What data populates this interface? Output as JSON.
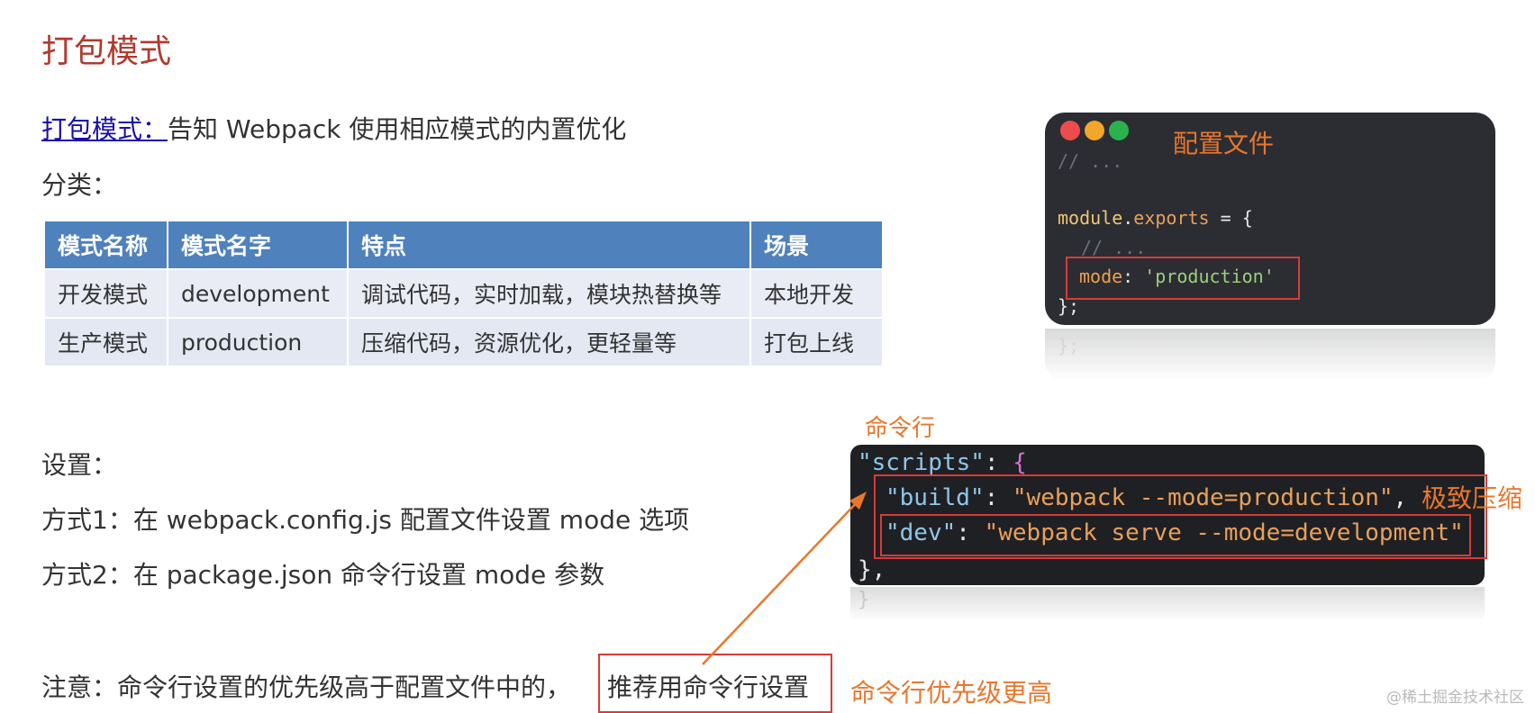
{
  "title": "打包模式",
  "intro": {
    "link_text": "打包模式：",
    "text": "告知 Webpack 使用相应模式的内置优化"
  },
  "classification_label": "分类：",
  "table": {
    "headers": [
      "模式名称",
      "模式名字",
      "特点",
      "场景"
    ],
    "rows": [
      [
        "开发模式",
        "development",
        "调试代码，实时加载，模块热替换等",
        "本地开发"
      ],
      [
        "生产模式",
        "production",
        "压缩代码，资源优化，更轻量等",
        "打包上线"
      ]
    ]
  },
  "settings": {
    "label": "设置：",
    "method1": "方式1：在 webpack.config.js 配置文件设置 mode 选项",
    "method2": "方式2：在 package.json 命令行设置 mode 参数"
  },
  "note": {
    "text": "注意：命令行设置的优先级高于配置文件中的，",
    "highlight": "推荐用命令行设置"
  },
  "config_panel": {
    "label": "配置文件",
    "window_dots": [
      "#ee4c4c",
      "#f2a62a",
      "#2bb24c"
    ],
    "line1": "// ...",
    "line2_obj": "module",
    "line2_dot": ".",
    "line2_prop": "exports",
    "line2_rest": " = {",
    "line3": "// ...",
    "mode_key": "mode",
    "mode_sep": ": ",
    "mode_value": "'production'",
    "line5": "};",
    "reflection": "};"
  },
  "cli_panel": {
    "label": "命令行",
    "line1_key": "\"scripts\"",
    "line1_rest": ": ",
    "line1_brace": "{",
    "build_key": "\"build\"",
    "build_value": "\"webpack --mode=production\"",
    "build_comma": ",",
    "dev_key": "\"dev\"",
    "dev_value": "\"webpack serve --mode=development\"",
    "close": "},",
    "reflection": "}"
  },
  "annotations": {
    "extreme_compress": "极致压缩",
    "cli_priority": "命令行优先级更高"
  },
  "watermark": "@稀土掘金技术社区",
  "colors": {
    "title": "#b03a2e",
    "table_header": "#4f81bd",
    "accent_orange": "#e8772e",
    "highlight_red": "#d93a3a",
    "link": "#1a0dab"
  }
}
